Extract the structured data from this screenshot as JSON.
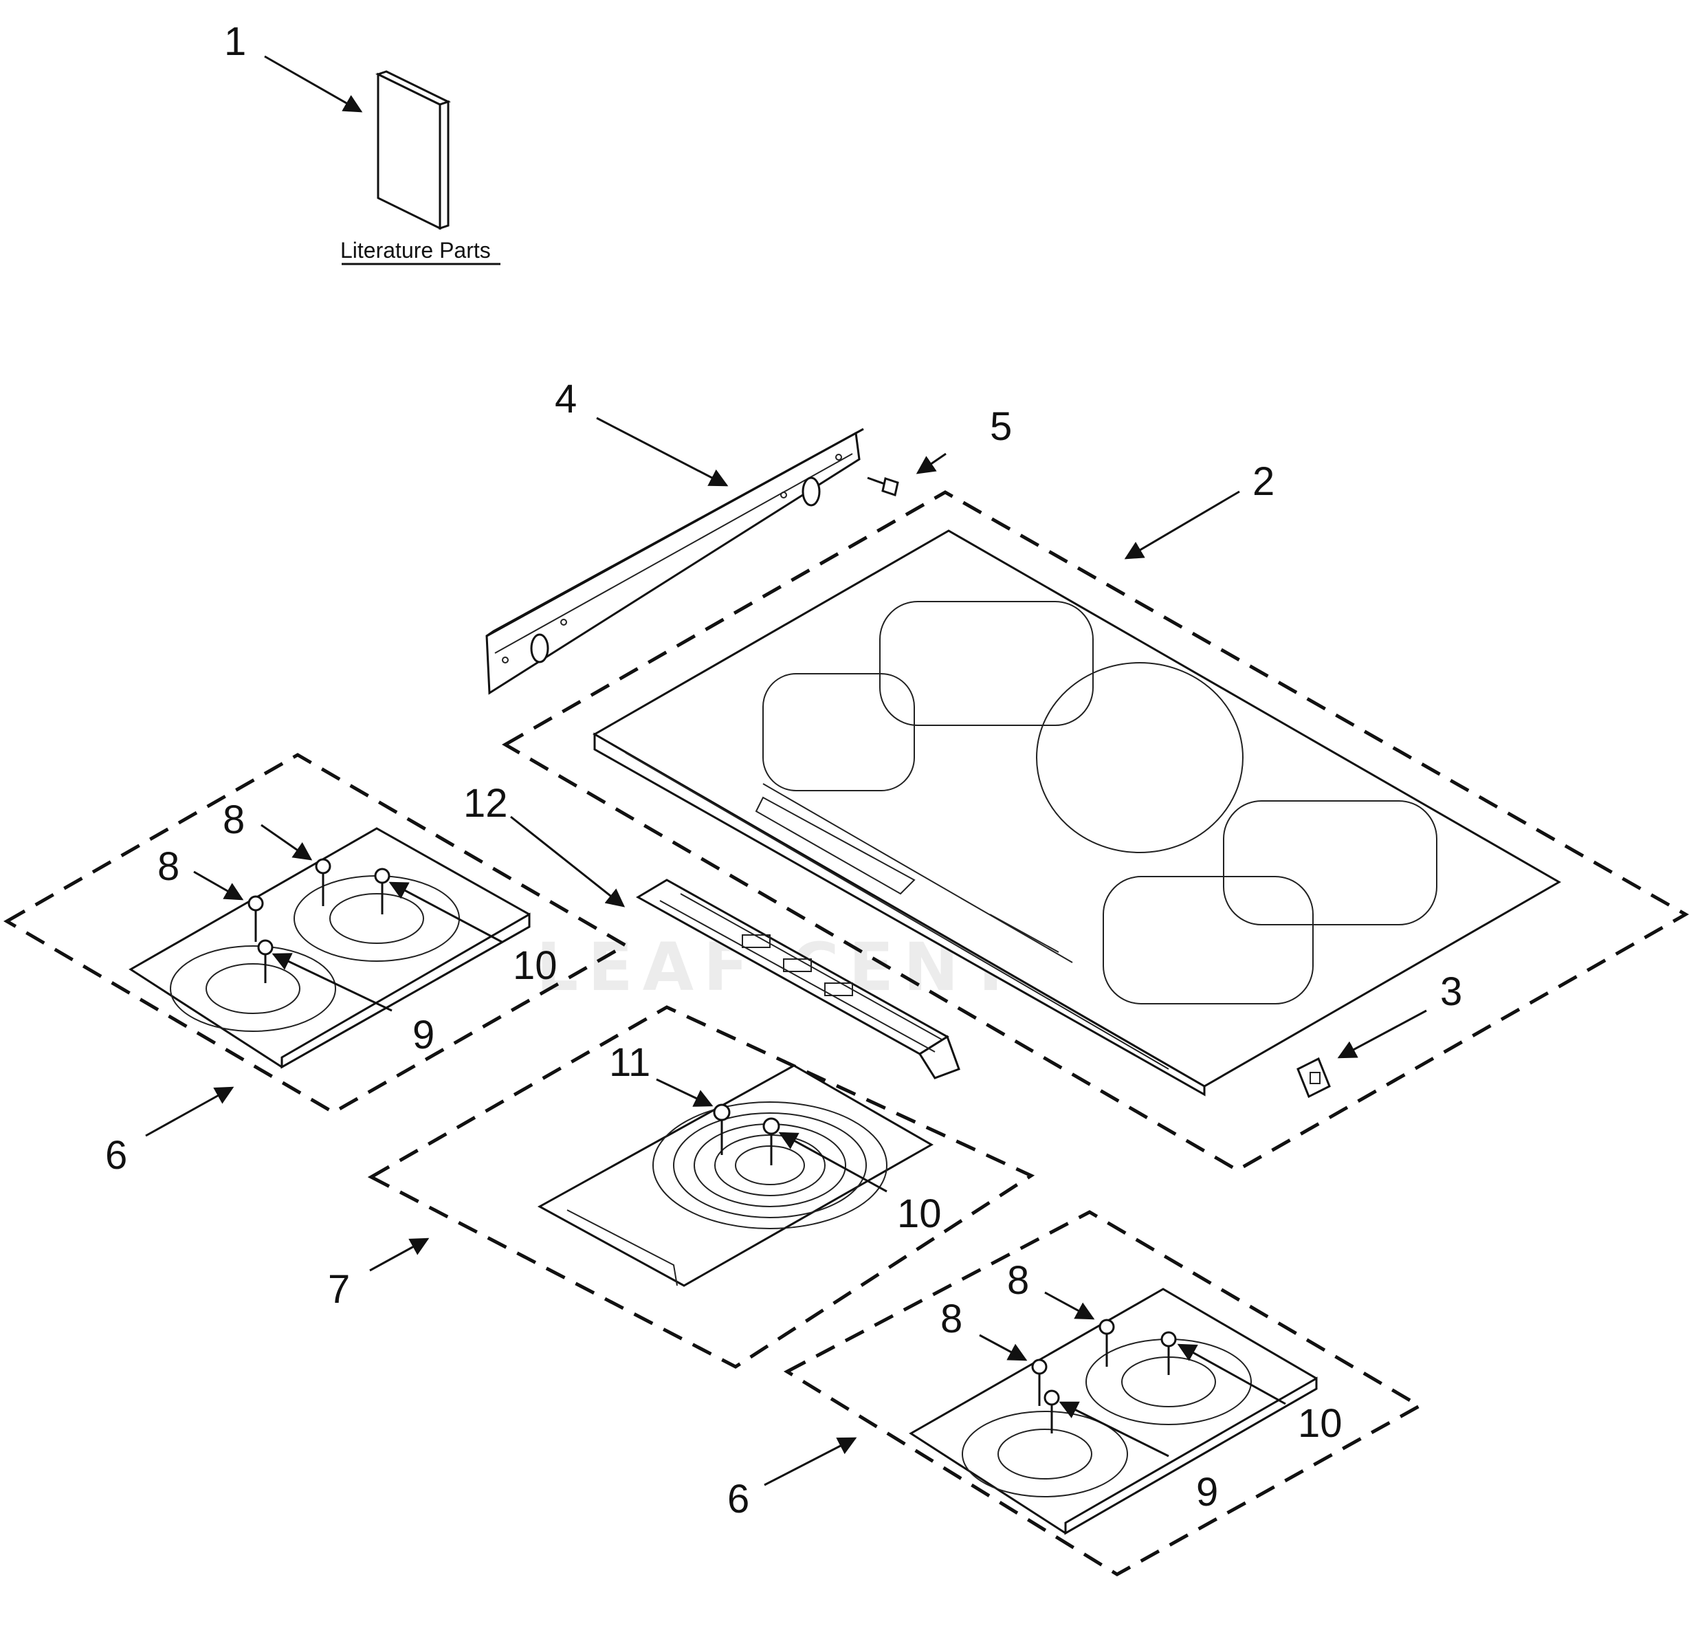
{
  "literature": {
    "label": "Literature Parts"
  },
  "watermark": {
    "text": "LEAF CENTURE"
  },
  "callouts": [
    {
      "id": "c1",
      "label": "1"
    },
    {
      "id": "c4",
      "label": "4"
    },
    {
      "id": "c5",
      "label": "5"
    },
    {
      "id": "c2",
      "label": "2"
    },
    {
      "id": "c12",
      "label": "12"
    },
    {
      "id": "c8a",
      "label": "8"
    },
    {
      "id": "c8b",
      "label": "8"
    },
    {
      "id": "c10a",
      "label": "10"
    },
    {
      "id": "c9a",
      "label": "9"
    },
    {
      "id": "c6a",
      "label": "6"
    },
    {
      "id": "c3",
      "label": "3"
    },
    {
      "id": "c11",
      "label": "11"
    },
    {
      "id": "c10b",
      "label": "10"
    },
    {
      "id": "c7",
      "label": "7"
    },
    {
      "id": "c8c",
      "label": "8"
    },
    {
      "id": "c8d",
      "label": "8"
    },
    {
      "id": "c10c",
      "label": "10"
    },
    {
      "id": "c9b",
      "label": "9"
    },
    {
      "id": "c6b",
      "label": "6"
    }
  ]
}
